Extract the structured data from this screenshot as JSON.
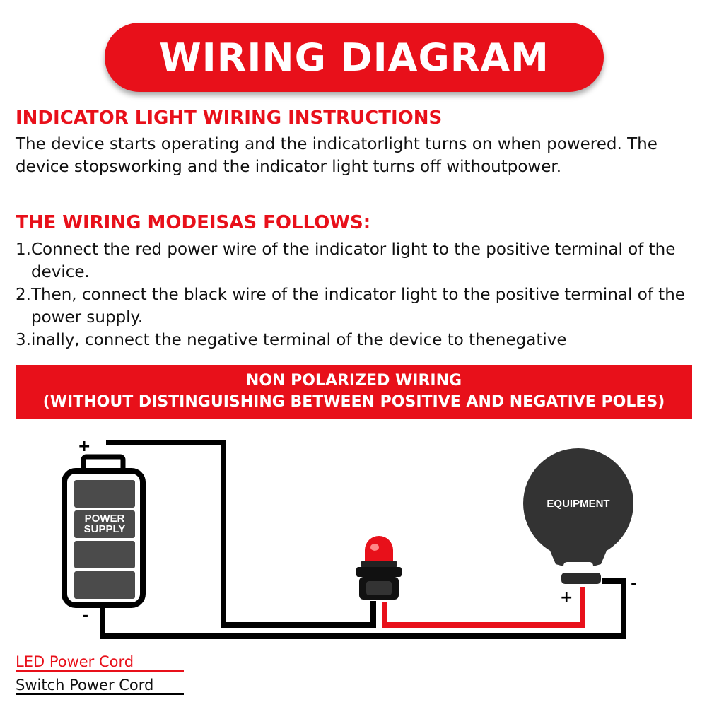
{
  "title": "WIRING DIAGRAM",
  "section1": {
    "heading": "INDICATOR LIGHT WIRING INSTRUCTIONS",
    "body": "The device starts operating and the indicatorlight turns on when powered. The device stopsworking and the indicator light turns off withoutpower."
  },
  "section2": {
    "heading": "THE WIRING MODEISAS FOLLOWS:",
    "steps": [
      "1.Connect the red power wire of the indicator light to the positive terminal of the device.",
      "2.Then, connect the black wire of the indicator light to the positive terminal of the power supply.",
      "3.inally, connect the negative terminal of the device to thenegative"
    ]
  },
  "banner": {
    "line1": "NON POLARIZED WIRING",
    "line2": "(WITHOUT DISTINGUISHING BETWEEN POSITIVE AND NEGATIVE POLES)"
  },
  "diagram": {
    "battery_label_line1": "POWER",
    "battery_label_line2": "SUPPLY",
    "battery_plus": "+",
    "battery_minus": "-",
    "equipment_label": "EQUIPMENT",
    "equipment_plus": "+",
    "equipment_minus": "-"
  },
  "legend": {
    "led_cord": "LED Power Cord",
    "switch_cord": "Switch Power Cord"
  },
  "colors": {
    "accent_red": "#e8101a",
    "wire_black": "#000000",
    "wire_red": "#e8101a"
  },
  "icons": [
    "battery-icon",
    "indicator-light-icon",
    "equipment-icon"
  ]
}
